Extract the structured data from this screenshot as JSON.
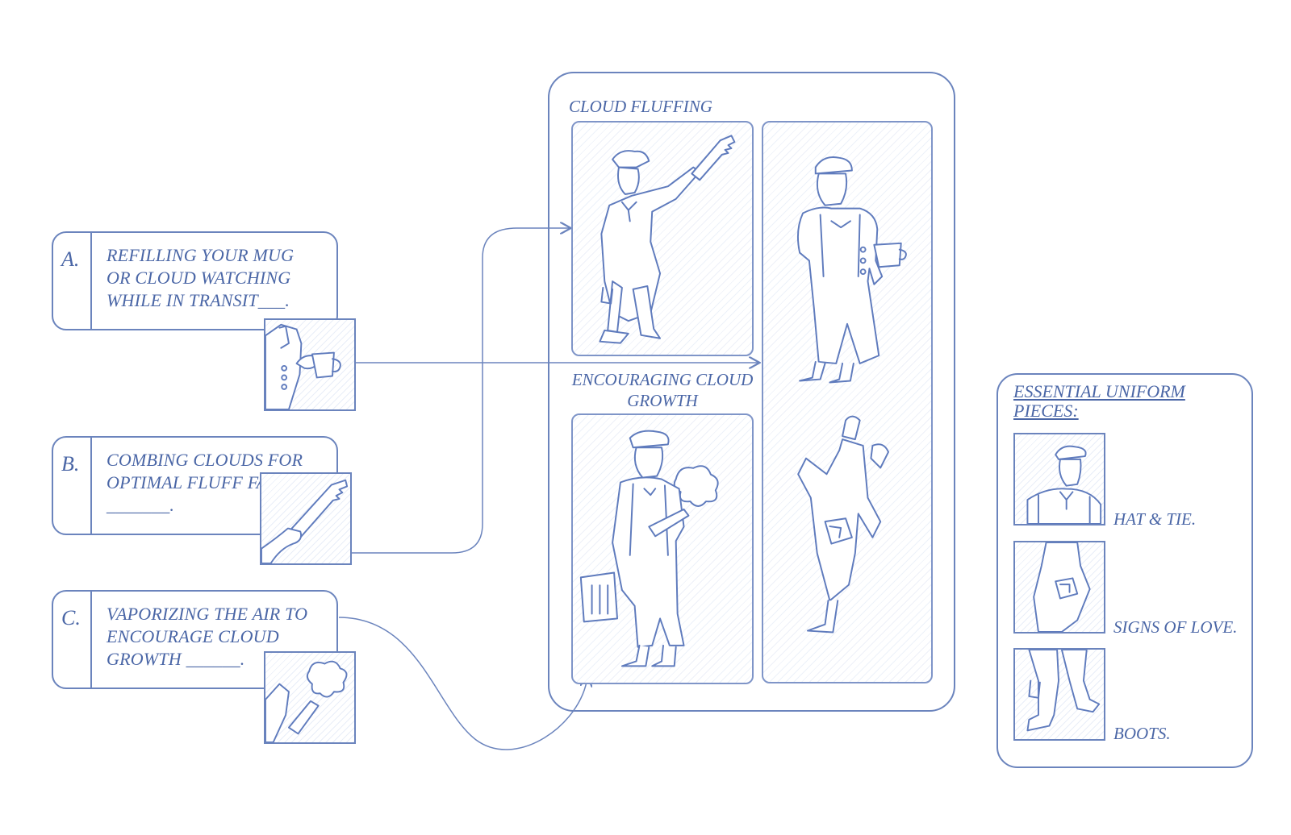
{
  "tasks": [
    {
      "letter": "A.",
      "text": "REFILLING YOUR MUG OR CLOUD WATCHING WHILE IN TRANSIT___."
    },
    {
      "letter": "B.",
      "text": "COMBING CLOUDS FOR OPTIMAL FLUFF FACTOR _______."
    },
    {
      "letter": "C.",
      "text": "VAPORIZING THE AIR TO ENCOURAGE CLOUD GROWTH ______."
    }
  ],
  "center": {
    "title_fluffing": "CLOUD FLUFFING",
    "title_growth": "ENCOURAGING CLOUD GROWTH"
  },
  "uniform": {
    "title": "ESSENTIAL UNIFORM PIECES:",
    "items": [
      {
        "label": "HAT & TIE.",
        "icon": "hat-tie-figure"
      },
      {
        "label": "SIGNS OF LOVE.",
        "icon": "patched-pants-figure"
      },
      {
        "label": "BOOTS.",
        "icon": "boots-figure"
      }
    ]
  },
  "colors": {
    "line": "#6b84bd",
    "text": "#4a66a6"
  }
}
